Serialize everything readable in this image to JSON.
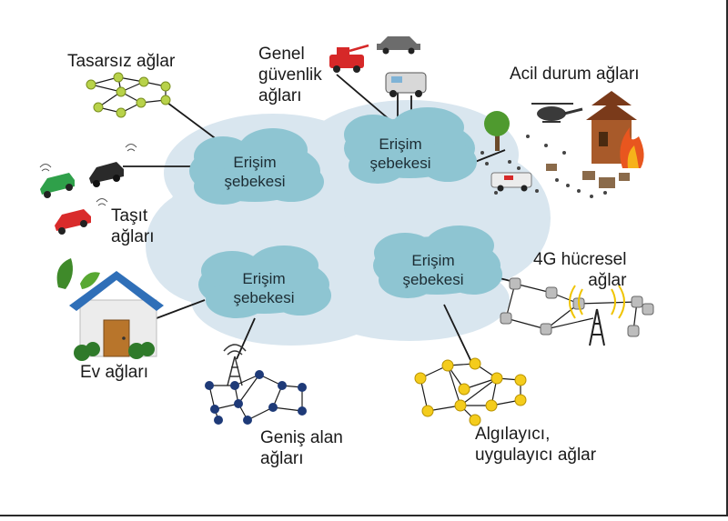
{
  "diagram": {
    "clouds": {
      "top_left": {
        "line1": "Erişim",
        "line2": "şebekesi"
      },
      "top_right": {
        "line1": "Erişim",
        "line2": "şebekesi"
      },
      "bottom_left": {
        "line1": "Erişim",
        "line2": "şebekesi"
      },
      "bottom_right": {
        "line1": "Erişim",
        "line2": "şebekesi"
      }
    },
    "labels": {
      "wireless": {
        "line1": "Tasarsız ağlar"
      },
      "public_safety": {
        "line1": "Genel",
        "line2": "güvenlik",
        "line3": "ağları"
      },
      "emergency": {
        "line1": "Acil durum ağları"
      },
      "vehicle": {
        "line1": "Taşıt",
        "line2": "ağları"
      },
      "home": {
        "line1": "Ev ağları"
      },
      "wide_area": {
        "line1": "Geniş alan",
        "line2": "ağları"
      },
      "cellular_4g": {
        "line1": "4G hücresel",
        "line2": "ağlar"
      },
      "sensor": {
        "line1": "Algılayıcı,",
        "line2": "uygulayıcı ağlar"
      }
    },
    "colors": {
      "backbone_cloud": "#d9e6ef",
      "access_cloud": "#8ec5d2",
      "wireless_nodes": "#b8d24a",
      "wide_area_nodes": "#1e3a78",
      "sensor_nodes": "#f4cc1c",
      "house_roof": "#2f6fb8",
      "house_door": "#b8752b"
    }
  }
}
